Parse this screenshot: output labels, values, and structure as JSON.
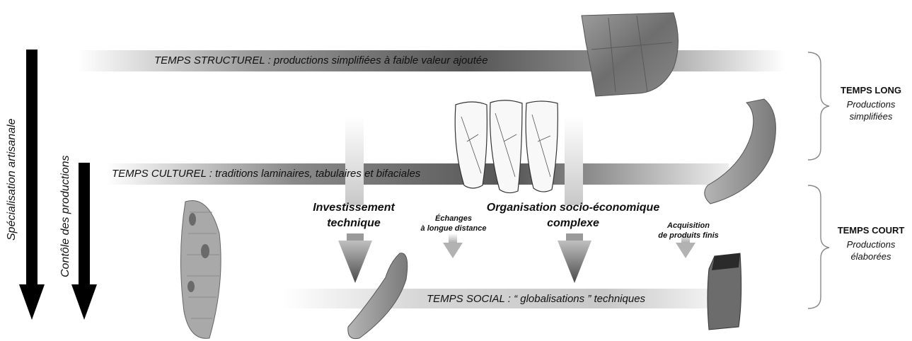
{
  "bands": {
    "structurel": "TEMPS STRUCTUREL : productions simplifiées à faible valeur ajoutée",
    "culturel": "TEMPS CULTUREL : traditions laminaires, tabulaires et bifaciales",
    "social": "TEMPS SOCIAL : “ globalisations ” techniques"
  },
  "vertical": {
    "specialisation": "Spécialisation artisanale",
    "controle": "Contôle des productions"
  },
  "arrows": {
    "investissement_1": "Investissement",
    "investissement_2": "technique",
    "echanges_1": "Échanges",
    "echanges_2": "à longue distance",
    "organisation_1": "Organisation socio-économique",
    "organisation_2": "complexe",
    "acquisition_1": "Acquisition",
    "acquisition_2": "de produits finis"
  },
  "side": {
    "long_title": "TEMPS LONG",
    "long_sub_1": "Productions",
    "long_sub_2": "simplifiées",
    "court_title": "TEMPS COURT",
    "court_sub_1": "Productions",
    "court_sub_2": "élaborées"
  }
}
